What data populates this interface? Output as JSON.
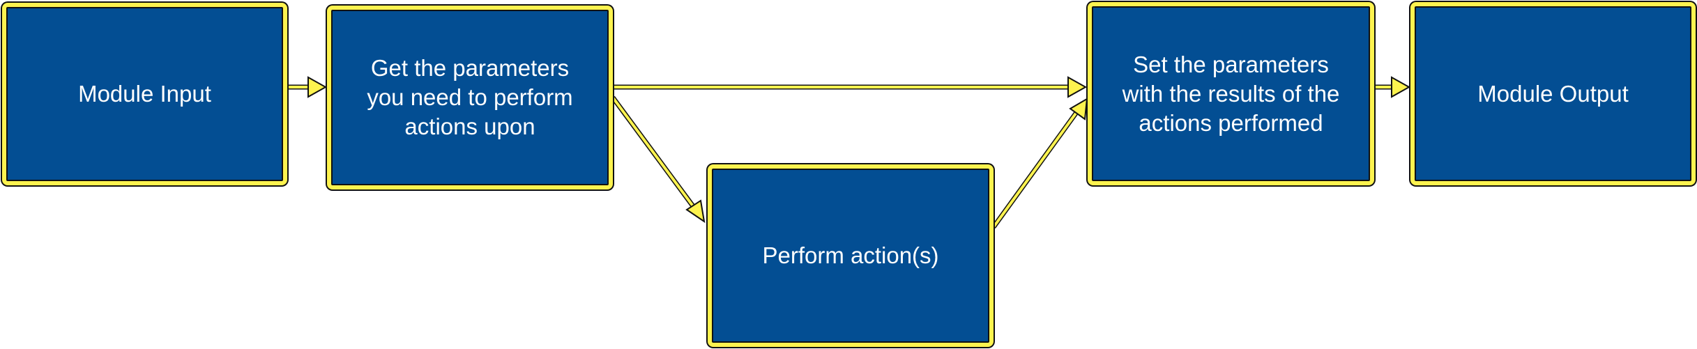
{
  "diagram": {
    "nodes": [
      {
        "id": "n1",
        "label": "Module Input"
      },
      {
        "id": "n2",
        "label": "Get the parameters you need to perform actions upon"
      },
      {
        "id": "n3",
        "label": "Perform action(s)"
      },
      {
        "id": "n4",
        "label": "Set the parameters with the results of the actions performed"
      },
      {
        "id": "n5",
        "label": "Module Output"
      }
    ],
    "edges": [
      {
        "from": "n1",
        "to": "n2"
      },
      {
        "from": "n2",
        "to": "n4"
      },
      {
        "from": "n2",
        "to": "n3"
      },
      {
        "from": "n3",
        "to": "n4"
      },
      {
        "from": "n4",
        "to": "n5"
      }
    ],
    "colors": {
      "node_fill": "#034e93",
      "node_border": "#fdf34f",
      "outline": "#111111",
      "text": "#ffffff",
      "arrow": "#fdf34f"
    }
  }
}
